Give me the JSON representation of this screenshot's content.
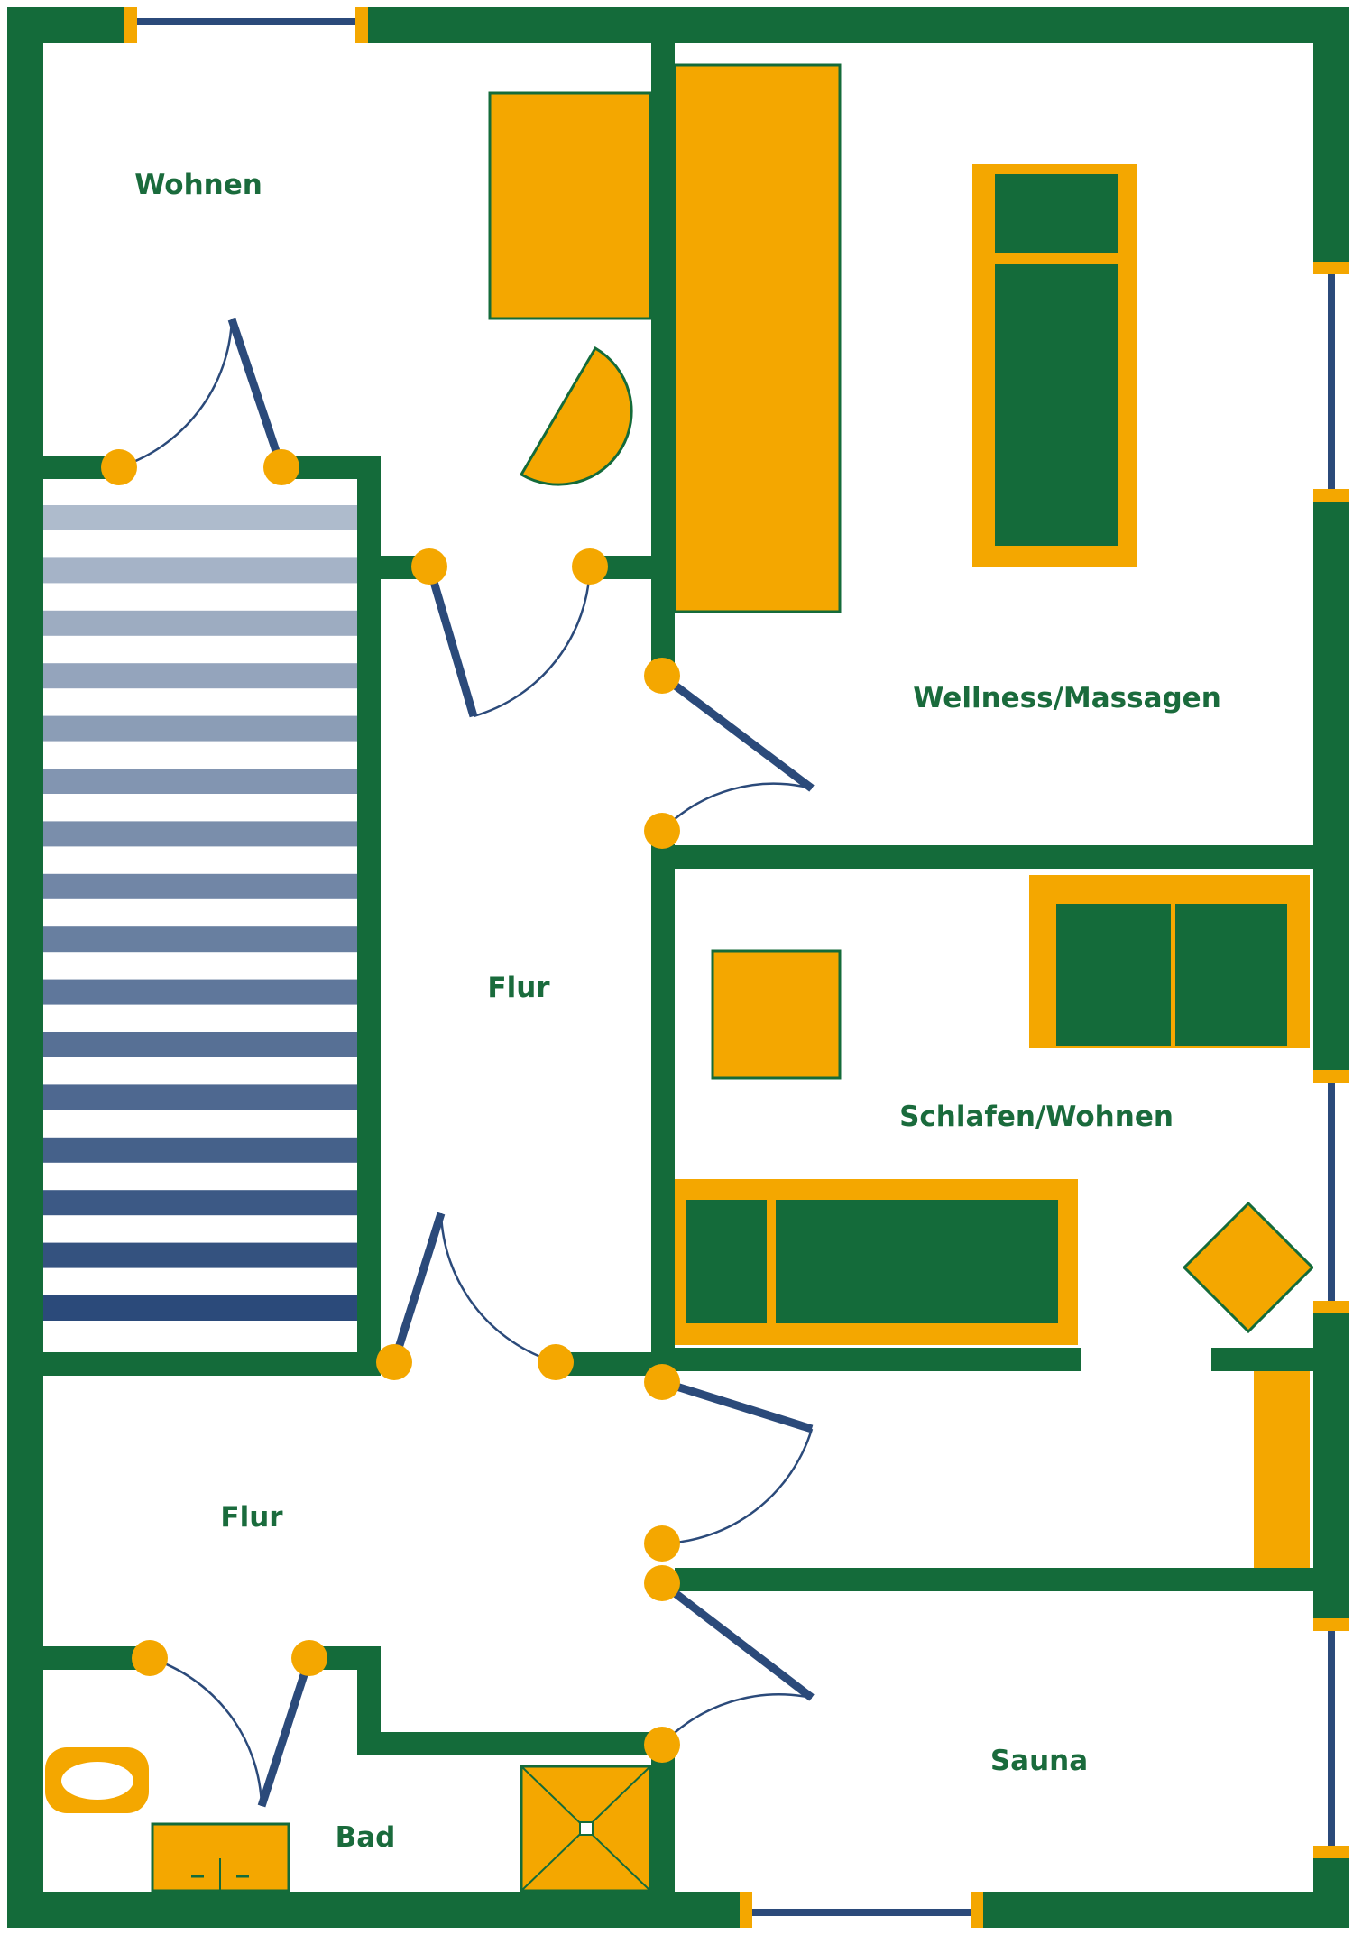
{
  "colors": {
    "wall": "#146b3a",
    "furniture": "#f4a700",
    "door": "#2b4a7a",
    "hinge": "#f4a700",
    "window": "#2b4a7a",
    "background": "#ffffff",
    "text": "#1a6b3c"
  },
  "rooms": {
    "wohnen": "Wohnen",
    "wellness": "Wellness/Massagen",
    "flur_upper": "Flur",
    "schlafen": "Schlafen/Wohnen",
    "flur_lower": "Flur",
    "sauna": "Sauna",
    "bad": "Bad"
  }
}
